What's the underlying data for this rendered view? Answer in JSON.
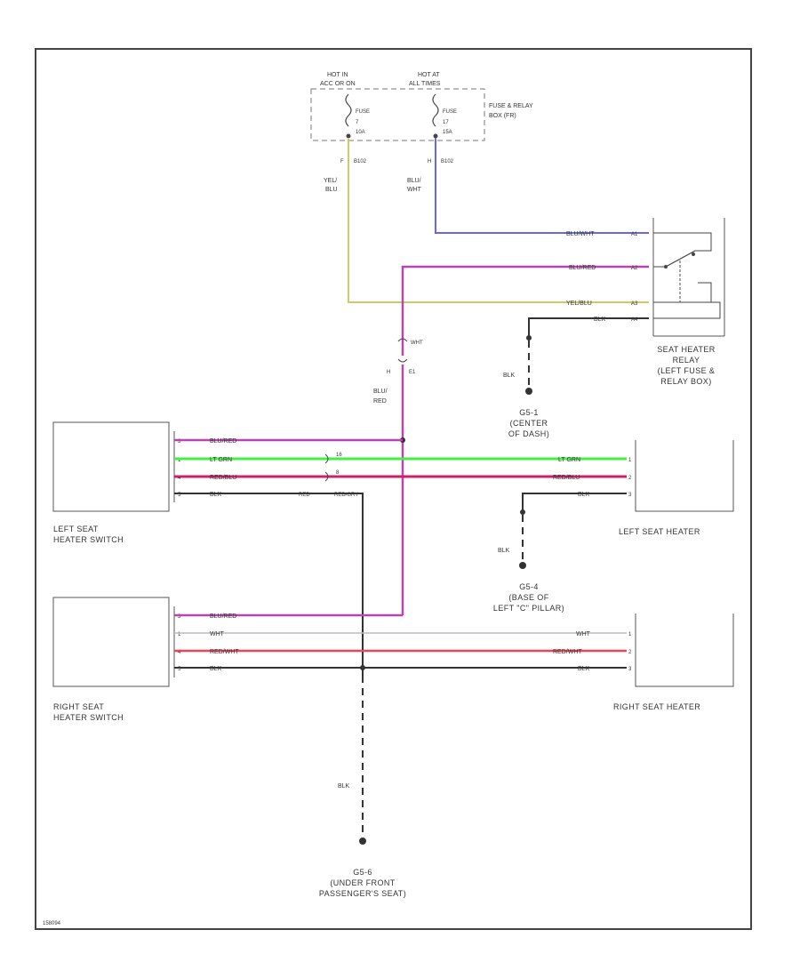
{
  "colors": {
    "blu_wht": "#6666ee",
    "blu_red": "#b844b0",
    "yel_blu": "#cccc66",
    "blk": "#333333",
    "lt_grn": "#44ee44",
    "red_blu": "#cc2266",
    "wht": "#bbbbbb",
    "red_wht": "#ee4455",
    "red_gry": "#333333",
    "frame": "#444444"
  },
  "fuse_box": {
    "hot_left": [
      "HOT IN",
      "ACC OR ON"
    ],
    "hot_right": [
      "HOT AT",
      "ALL TIMES"
    ],
    "fuse_left": [
      "FUSE",
      "7",
      "10A"
    ],
    "fuse_right": [
      "FUSE",
      "17",
      "15A"
    ],
    "label": [
      "FUSE & RELAY",
      "BOX (FR)"
    ],
    "pin_left": "F",
    "conn_left": "B102",
    "pin_right": "H",
    "conn_right": "B102",
    "wire_left": [
      "YEL/",
      "BLU"
    ],
    "wire_right": [
      "BLU/",
      "WHT"
    ]
  },
  "relay": {
    "label": [
      "SEAT HEATER",
      "RELAY",
      "(LEFT FUSE &",
      "RELAY BOX)"
    ],
    "wires": [
      "BLU/WHT",
      "BLU/RED",
      "YEL/BLU",
      "BLK"
    ],
    "pins": [
      "A1",
      "A2",
      "A3",
      "A4"
    ]
  },
  "relay_ground": {
    "wire": "BLK",
    "label": [
      "G5-1",
      "(CENTER",
      "OF DASH)"
    ]
  },
  "splice": {
    "wire_top": "WHT",
    "pin_left": "H",
    "pin_right": "E1",
    "wire_vertical": [
      "BLU/",
      "RED"
    ]
  },
  "left_switch": {
    "label": [
      "LEFT SEAT",
      "HEATER SWITCH"
    ],
    "pins": [
      "3",
      "1",
      "4",
      "5"
    ],
    "wires": [
      "BLU/RED",
      "LT GRN",
      "RED/BLU",
      "BLK",
      "RED",
      "RED/GRY"
    ],
    "inline_pins": [
      "16",
      "8"
    ]
  },
  "left_heater": {
    "label": "LEFT SEAT HEATER",
    "wires": [
      "LT GRN",
      "RED/BLU",
      "BLK"
    ],
    "pins": [
      "1",
      "2",
      "3"
    ]
  },
  "left_ground": {
    "wire": "BLK",
    "label": [
      "G5-4",
      "(BASE OF",
      "LEFT \"C\" PILLAR)"
    ]
  },
  "right_switch": {
    "label": [
      "RIGHT SEAT",
      "HEATER SWITCH"
    ],
    "pins": [
      "3",
      "1",
      "4",
      "5"
    ],
    "wires": [
      "BLU/RED",
      "WHT",
      "RED/WHT",
      "BLK"
    ]
  },
  "right_heater": {
    "label": "RIGHT SEAT HEATER",
    "wires": [
      "WHT",
      "RED/WHT",
      "BLK"
    ],
    "pins": [
      "1",
      "2",
      "3"
    ]
  },
  "bottom_ground": {
    "wire": "BLK",
    "label": [
      "G5-6",
      "(UNDER FRONT",
      "PASSENGER'S SEAT)"
    ]
  },
  "footer_code": "158094"
}
